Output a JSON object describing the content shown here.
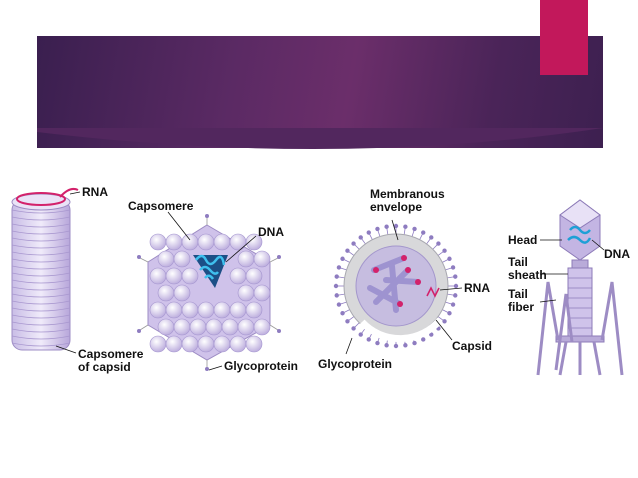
{
  "slide": {
    "colors": {
      "banner": "#52275e",
      "accent": "#c2185b",
      "virus_fill": "#d9cdee",
      "virus_stroke": "#8d7bb8",
      "nucleic": "#1ea0d6",
      "rna": "#d3226b"
    }
  },
  "diagram": {
    "helical": {
      "rna_label": "RNA",
      "capsomere_label": "Capsomere\nof capsid"
    },
    "polyhedral": {
      "capsomere_label": "Capsomere",
      "dna_label": "DNA",
      "glycoprotein_label": "Glycoprotein"
    },
    "enveloped": {
      "envelope_label": "Membranous\nenvelope",
      "rna_label": "RNA",
      "capsid_label": "Capsid",
      "glycoprotein_label": "Glycoprotein"
    },
    "bacteriophage": {
      "head_label": "Head",
      "dna_label": "DNA",
      "tail_sheath_label": "Tail\nsheath",
      "tail_fiber_label": "Tail\nfiber"
    }
  }
}
